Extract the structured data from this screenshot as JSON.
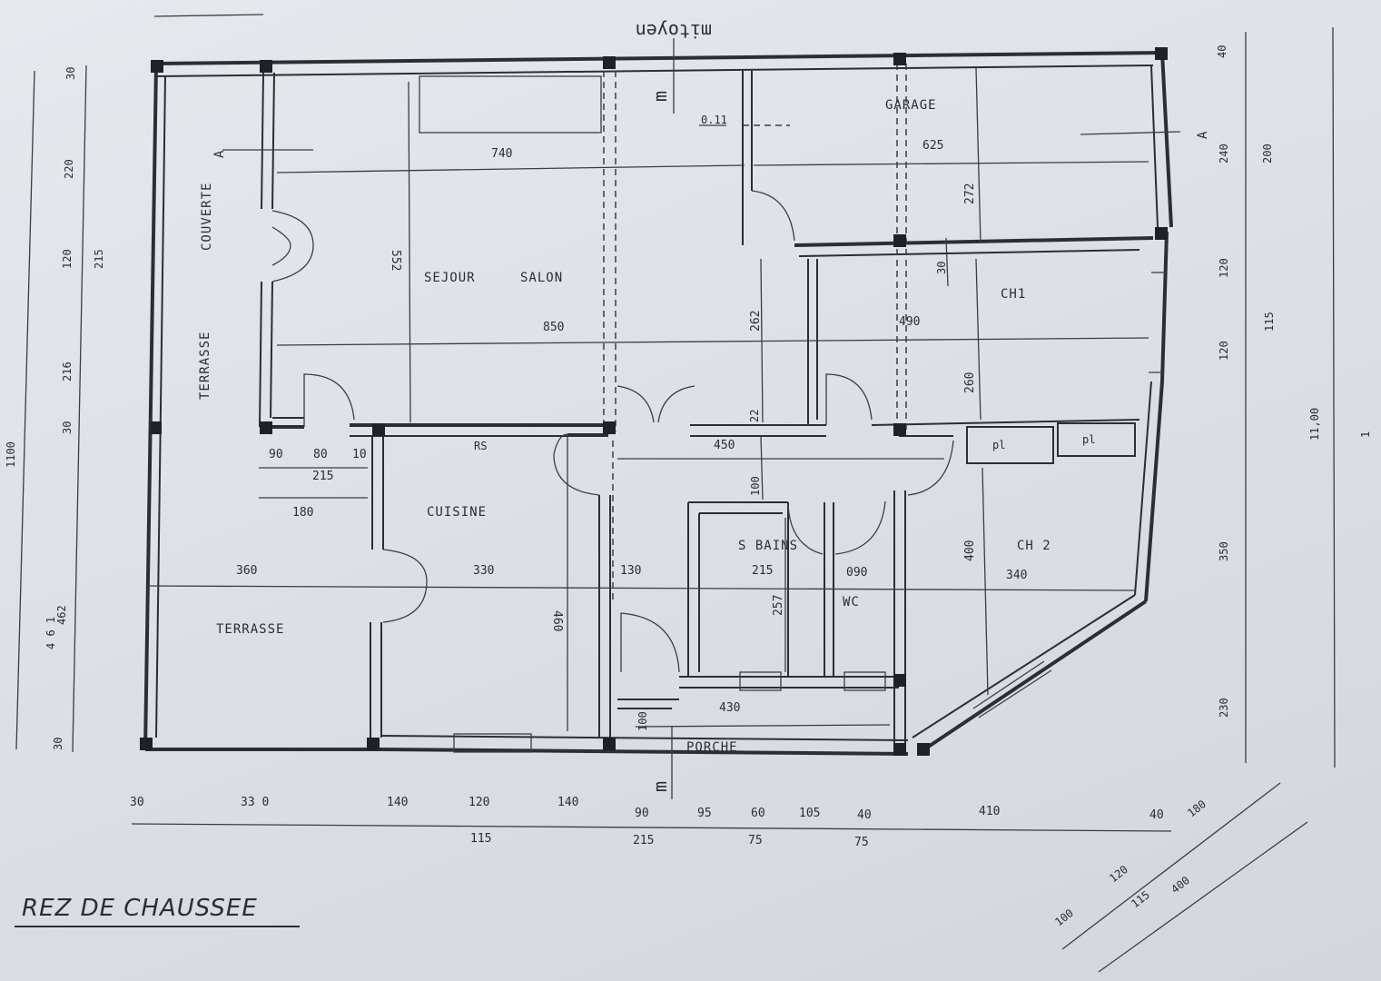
{
  "title": "REZ DE CHAUSSEE",
  "top_label": "mitoyen",
  "section_marks": {
    "left": "A",
    "right": "A",
    "top_m": "m",
    "bottom_m": "m"
  },
  "rooms": {
    "garage": "GARAGE",
    "terrasse_couverte_1": "TERRASSE",
    "terrasse_couverte_2": "COUVERTE",
    "sejour": "SEJOUR",
    "salon": "SALON",
    "ch1": "CH1",
    "cuisine": "CUISINE",
    "sbains": "S BAINS",
    "wc": "WC",
    "ch2": "CH 2",
    "terrasse": "TERRASSE",
    "porche": "PORCHE",
    "rs": "RS",
    "pl1": "pl",
    "pl2": "pl"
  },
  "interior_dims": {
    "d011": "0.11",
    "d740": "740",
    "d625": "625",
    "d272": "272",
    "d552": "552",
    "d850": "850",
    "d262": "262",
    "d490": "490",
    "d30": "30",
    "d260": "260",
    "d22": "22",
    "d450": "450",
    "d90": "90",
    "d80": "80",
    "d10": "10",
    "d215a": "215",
    "d180": "180",
    "d100a": "100",
    "d360": "360",
    "d330": "330",
    "d130": "130",
    "d215b": "215",
    "d090": "090",
    "d400": "400",
    "d340": "340",
    "d460": "460",
    "d257": "257",
    "d430": "430",
    "d100b": "100"
  },
  "left_dims": {
    "total": "1100",
    "a30": "30",
    "a220": "220",
    "a120": "120",
    "a216": "216",
    "a30b": "30",
    "a462": "462",
    "a30c": "30",
    "b215": "215",
    "b461": "4 6 1"
  },
  "right_dims": {
    "r40": "40",
    "r240": "240",
    "r120a": "120",
    "r120b": "120",
    "r350": "350",
    "r230": "230",
    "s200": "200",
    "s115": "115",
    "total": "11,00",
    "t1": "1"
  },
  "bottom_dims": {
    "b30": "30",
    "b330": "33 0",
    "b140a": "140",
    "b120": "120",
    "b140b": "140",
    "b90": "90",
    "b95": "95",
    "b60": "60",
    "b105": "105",
    "b40a": "40",
    "b410": "410",
    "b40b": "40",
    "c115": "115",
    "c215": "215",
    "c75a": "75",
    "c75b": "75",
    "diag180": "180",
    "diag120": "120",
    "diag100": "100",
    "diag115": "115",
    "diag400": "400"
  }
}
